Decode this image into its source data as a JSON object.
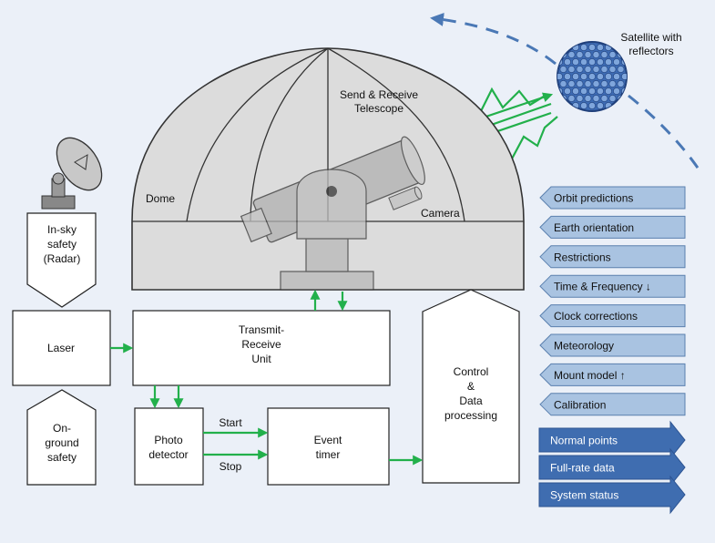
{
  "labels": {
    "satellite": [
      "Satellite with",
      "reflectors"
    ],
    "telescope": [
      "Send & Receive",
      "Telescope"
    ],
    "dome": "Dome",
    "camera": "Camera",
    "radar": [
      "In-sky",
      "safety",
      "(Radar)"
    ],
    "laser": "Laser",
    "ground": [
      "On-",
      "ground",
      "safety"
    ],
    "tru": [
      "Transmit-",
      "Receive",
      "Unit"
    ],
    "photo": [
      "Photo",
      "detector"
    ],
    "start": "Start",
    "stop": "Stop",
    "timer": [
      "Event",
      "timer"
    ],
    "control": [
      "Control",
      "&",
      "Data",
      "processing"
    ]
  },
  "inputs": [
    "Orbit predictions",
    "Earth orientation",
    "Restrictions",
    "Time & Frequency ↓",
    "Clock corrections",
    "Meteorology",
    "Mount model ↑",
    "Calibration"
  ],
  "outputs": [
    "Normal points",
    "Full-rate data",
    "System status"
  ],
  "colors": {
    "background": "#ebf0f8",
    "signal_green": "#22b04b",
    "input_arrow": "#a9c3e1",
    "output_arrow": "#3f6db0",
    "satellite": "#3d6bb3",
    "orbit": "#4a78b5"
  }
}
